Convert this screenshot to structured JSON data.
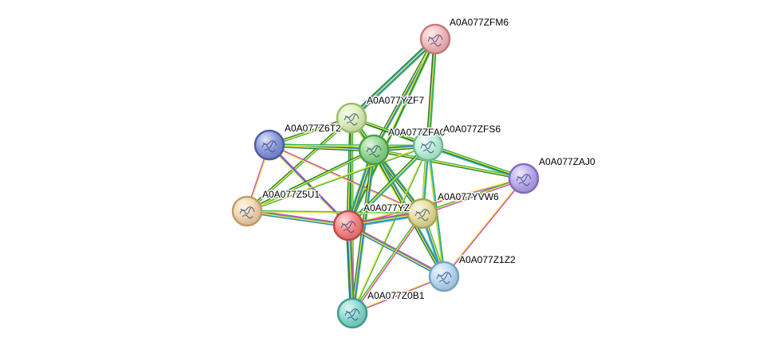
{
  "network": {
    "nodes": [
      {
        "id": "zfm6",
        "label": "A0A077ZFM6",
        "color": "#f4b6b6",
        "stroke": "#c27a7a"
      },
      {
        "id": "yzf7",
        "label": "A0A077YZF7",
        "color": "#d9efb1",
        "stroke": "#9dba6e"
      },
      {
        "id": "z6t2",
        "label": "A0A077Z6T2",
        "color": "#7f8fd8",
        "stroke": "#4c5aa6"
      },
      {
        "id": "zfa",
        "label": "A0A077ZFA0",
        "color": "#86d483",
        "stroke": "#4f9a4c"
      },
      {
        "id": "zfs6",
        "label": "A0A077ZFS6",
        "color": "#b7f2d6",
        "stroke": "#72b896"
      },
      {
        "id": "zaj0",
        "label": "A0A077ZAJ0",
        "color": "#b6a3ec",
        "stroke": "#7e6bbd"
      },
      {
        "id": "z5u1",
        "label": "A0A077Z5U1",
        "color": "#f1d3a6",
        "stroke": "#bf9c6a"
      },
      {
        "id": "yz",
        "label": "A0A077YZ",
        "color": "#f77a7a",
        "stroke": "#c04646"
      },
      {
        "id": "yvw6",
        "label": "A0A077YVW6",
        "color": "#e2dc95",
        "stroke": "#a8a259"
      },
      {
        "id": "z1z2",
        "label": "A0A077Z1Z2",
        "color": "#b3d6f2",
        "stroke": "#75a2c6"
      },
      {
        "id": "z0b1",
        "label": "A0A077Z0B1",
        "color": "#7fd7c8",
        "stroke": "#3f9d8e"
      }
    ],
    "edges": [
      {
        "s": "zfm6",
        "t": "yzf7",
        "colors": [
          "#36b34a",
          "#1e6fd9",
          "#f0e442",
          "#2bb5c8",
          "#1b7a2b"
        ]
      },
      {
        "s": "zfm6",
        "t": "zfa",
        "colors": [
          "#36b34a",
          "#1e6fd9",
          "#f0e442",
          "#1b7a2b"
        ]
      },
      {
        "s": "zfm6",
        "t": "zfs6",
        "colors": [
          "#36b34a",
          "#2bb5c8",
          "#f0e442",
          "#c337c3"
        ]
      },
      {
        "s": "zfm6",
        "t": "yz",
        "colors": [
          "#36b34a",
          "#1b7a2b",
          "#f0e442"
        ]
      },
      {
        "s": "zfm6",
        "t": "yvw6",
        "colors": [
          "#36b34a",
          "#f0e442",
          "#1b7a2b"
        ]
      },
      {
        "s": "yzf7",
        "t": "z6t2",
        "colors": [
          "#36b34a",
          "#f0e442",
          "#1b7a2b"
        ]
      },
      {
        "s": "yzf7",
        "t": "zfa",
        "colors": [
          "#36b34a",
          "#1e6fd9",
          "#f0e442",
          "#2bb5c8",
          "#1b7a2b"
        ]
      },
      {
        "s": "yzf7",
        "t": "zfs6",
        "colors": [
          "#36b34a",
          "#f0e442",
          "#1b7a2b"
        ]
      },
      {
        "s": "yzf7",
        "t": "zaj0",
        "colors": [
          "#36b34a",
          "#f0e442",
          "#1b7a2b"
        ]
      },
      {
        "s": "yzf7",
        "t": "z5u1",
        "colors": [
          "#36b34a",
          "#f0e442",
          "#1b7a2b"
        ]
      },
      {
        "s": "yzf7",
        "t": "yz",
        "colors": [
          "#36b34a",
          "#1e6fd9",
          "#f0e442",
          "#1b7a2b"
        ]
      },
      {
        "s": "yzf7",
        "t": "yvw6",
        "colors": [
          "#36b34a",
          "#f0e442",
          "#1b7a2b"
        ]
      },
      {
        "s": "yzf7",
        "t": "z1z2",
        "colors": [
          "#36b34a",
          "#f0e442"
        ]
      },
      {
        "s": "yzf7",
        "t": "z0b1",
        "colors": [
          "#36b34a",
          "#f0e442",
          "#1b7a2b"
        ]
      },
      {
        "s": "z6t2",
        "t": "zfa",
        "colors": [
          "#36b34a",
          "#1e6fd9",
          "#f0e442",
          "#1b7a2b"
        ]
      },
      {
        "s": "z6t2",
        "t": "zfs6",
        "colors": [
          "#36b34a",
          "#f0e442"
        ]
      },
      {
        "s": "z6t2",
        "t": "yz",
        "colors": [
          "#c337c3",
          "#1e6fd9",
          "#f0e442"
        ]
      },
      {
        "s": "z6t2",
        "t": "yvw6",
        "colors": [
          "#c337c3",
          "#f0e442"
        ]
      },
      {
        "s": "zfa",
        "t": "zfs6",
        "colors": [
          "#36b34a",
          "#1e6fd9",
          "#f0e442",
          "#1b7a2b"
        ]
      },
      {
        "s": "zfa",
        "t": "zaj0",
        "colors": [
          "#36b34a",
          "#f0e442",
          "#1b7a2b"
        ]
      },
      {
        "s": "zfa",
        "t": "z5u1",
        "colors": [
          "#36b34a",
          "#f0e442",
          "#1b7a2b"
        ]
      },
      {
        "s": "zfa",
        "t": "yz",
        "colors": [
          "#36b34a",
          "#1e6fd9",
          "#f0e442",
          "#1b7a2b",
          "#2bb5c8"
        ]
      },
      {
        "s": "zfa",
        "t": "yvw6",
        "colors": [
          "#36b34a",
          "#1e6fd9",
          "#f0e442",
          "#1b7a2b"
        ]
      },
      {
        "s": "zfa",
        "t": "z1z2",
        "colors": [
          "#36b34a",
          "#1e6fd9",
          "#f0e442",
          "#1b7a2b"
        ]
      },
      {
        "s": "zfa",
        "t": "z0b1",
        "colors": [
          "#36b34a",
          "#1e6fd9",
          "#f0e442",
          "#1b7a2b"
        ]
      },
      {
        "s": "zfs6",
        "t": "zaj0",
        "colors": [
          "#36b34a",
          "#f0e442",
          "#1b7a2b",
          "#2bb5c8"
        ]
      },
      {
        "s": "zfs6",
        "t": "z5u1",
        "colors": [
          "#36b34a",
          "#f0e442"
        ]
      },
      {
        "s": "zfs6",
        "t": "yz",
        "colors": [
          "#36b34a",
          "#2bb5c8",
          "#f0e442",
          "#1b7a2b"
        ]
      },
      {
        "s": "zfs6",
        "t": "yvw6",
        "colors": [
          "#36b34a",
          "#2bb5c8",
          "#f0e442"
        ]
      },
      {
        "s": "zfs6",
        "t": "z1z2",
        "colors": [
          "#36b34a",
          "#2bb5c8",
          "#f0e442"
        ]
      },
      {
        "s": "zfs6",
        "t": "z0b1",
        "colors": [
          "#36b34a",
          "#f0e442"
        ]
      },
      {
        "s": "zaj0",
        "t": "yz",
        "colors": [
          "#c337c3",
          "#f0e442"
        ]
      },
      {
        "s": "zaj0",
        "t": "yvw6",
        "colors": [
          "#c337c3",
          "#f0e442",
          "#36b34a"
        ]
      },
      {
        "s": "zaj0",
        "t": "z1z2",
        "colors": [
          "#c337c3",
          "#f0e442"
        ]
      },
      {
        "s": "z5u1",
        "t": "yz",
        "colors": [
          "#c337c3",
          "#36b34a",
          "#f0e442",
          "#1e6fd9"
        ]
      },
      {
        "s": "z5u1",
        "t": "yvw6",
        "colors": [
          "#36b34a",
          "#f0e442"
        ]
      },
      {
        "s": "z5u1",
        "t": "z6t2",
        "colors": [
          "#c337c3",
          "#f0e442"
        ]
      },
      {
        "s": "yz",
        "t": "yvw6",
        "colors": [
          "#c337c3",
          "#36b34a",
          "#f0e442",
          "#1e6fd9",
          "#2bb5c8"
        ]
      },
      {
        "s": "yz",
        "t": "z1z2",
        "colors": [
          "#c337c3",
          "#36b34a",
          "#f0e442",
          "#1e6fd9"
        ]
      },
      {
        "s": "yz",
        "t": "z0b1",
        "colors": [
          "#c337c3",
          "#36b34a",
          "#f0e442",
          "#1e6fd9",
          "#1b7a2b"
        ]
      },
      {
        "s": "yvw6",
        "t": "z1z2",
        "colors": [
          "#36b34a",
          "#f0e442",
          "#1e6fd9",
          "#2bb5c8"
        ]
      },
      {
        "s": "yvw6",
        "t": "z0b1",
        "colors": [
          "#c337c3",
          "#f0e442",
          "#36b34a"
        ]
      },
      {
        "s": "z1z2",
        "t": "z0b1",
        "colors": [
          "#c337c3",
          "#f0e442"
        ]
      }
    ]
  }
}
